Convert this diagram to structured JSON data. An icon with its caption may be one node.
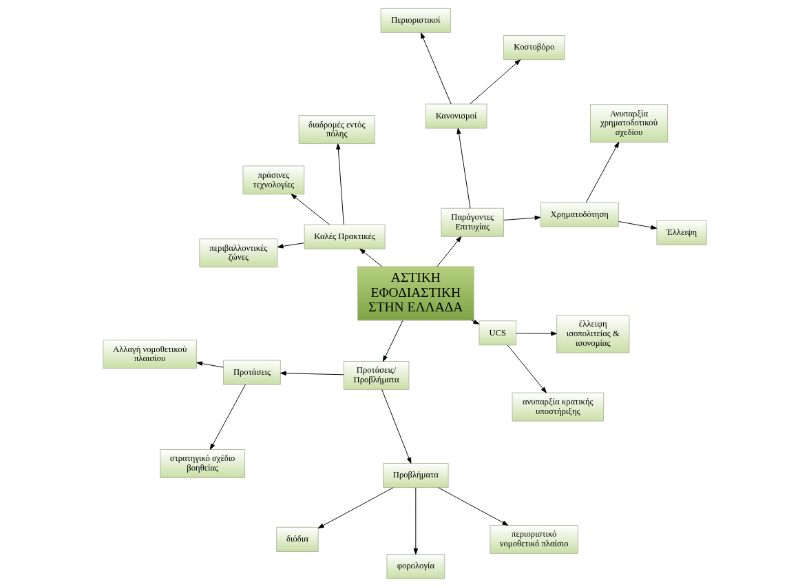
{
  "diagram": {
    "nodes": [
      {
        "text": [
          "Έλλειψη"
        ]
      },
      {
        "text": [
          "Κοστοβόρο"
        ]
      },
      {
        "text": [
          "Περιοριστικοί"
        ]
      },
      {
        "text": [
          "Χρηματοδότηση"
        ]
      },
      {
        "text": [
          "Κανονισμοί"
        ]
      },
      {
        "text": [
          "διαδρομές εντός πόλης"
        ]
      },
      {
        "text": [
          "Ανυπαρξία χρηματοδοτικού σχεδίου"
        ]
      },
      {
        "text": [
          "πράσινες τεχνολογίες"
        ]
      },
      {
        "text": [
          "Παράγοντες Επιτυχίας"
        ]
      },
      {
        "text": [
          "Καλές Πρακτικές"
        ]
      },
      {
        "text": [
          "περιβαλλοντικές ζώνες"
        ]
      },
      {
        "text": [
          "ΑΣΤΙΚΗ ΕΦΟΔΙΑΣΤΙΚΗ ΣΤΗΝ ΕΛΛΑΔΑ"
        ]
      },
      {
        "text": [
          "Προτάσεις/ Προβλήματα"
        ]
      },
      {
        "text": [
          "Προτάσεις"
        ]
      },
      {
        "text": [
          "Προβλήματα"
        ]
      },
      {
        "text": [
          "UCS"
        ]
      },
      {
        "text": [
          "διόδια"
        ]
      },
      {
        "text": [
          "φορολογία"
        ]
      },
      {
        "text": [
          "Αλλαγή νομοθετικού πλαισίου"
        ]
      },
      {
        "text": [
          "ανυπαρξία κρατικής υποστήριξης"
        ]
      },
      {
        "text": [
          "έλλειψη ισοπολιτείας & ισονομίας"
        ]
      },
      {
        "text": [
          "περιοριστικό νομοθετικό πλαίσιο"
        ]
      },
      {
        "text": [
          "στρατηγικό σχέδιο βοηθείας"
        ]
      }
    ],
    "edges": [
      {
        "from": 11,
        "to": 8,
        "arrow": "to"
      },
      {
        "from": 11,
        "to": 9,
        "arrow": "to"
      },
      {
        "from": 11,
        "to": 12,
        "arrow": "to"
      },
      {
        "from": 11,
        "to": 15,
        "arrow": "to"
      },
      {
        "from": 8,
        "to": 3,
        "arrow": "to"
      },
      {
        "from": 8,
        "to": 4,
        "arrow": "to"
      },
      {
        "from": 3,
        "to": 0,
        "arrow": "to"
      },
      {
        "from": 3,
        "to": 6,
        "arrow": "to"
      },
      {
        "from": 4,
        "to": 1,
        "arrow": "to"
      },
      {
        "from": 4,
        "to": 2,
        "arrow": "to"
      },
      {
        "from": 9,
        "to": 5,
        "arrow": "to"
      },
      {
        "from": 9,
        "to": 7,
        "arrow": "to"
      },
      {
        "from": 9,
        "to": 10,
        "arrow": "to"
      },
      {
        "from": 12,
        "to": 13,
        "arrow": "to"
      },
      {
        "from": 12,
        "to": 14,
        "arrow": "to"
      },
      {
        "from": 13,
        "to": 18,
        "arrow": "to"
      },
      {
        "from": 13,
        "to": 22,
        "arrow": "to"
      },
      {
        "from": 14,
        "to": 17,
        "arrow": "to"
      },
      {
        "from": 14,
        "to": 16,
        "arrow": "to"
      },
      {
        "from": 14,
        "to": 21,
        "arrow": "to"
      },
      {
        "from": 15,
        "to": 20,
        "arrow": "to"
      },
      {
        "from": 15,
        "to": 19,
        "arrow": "to"
      }
    ]
  }
}
